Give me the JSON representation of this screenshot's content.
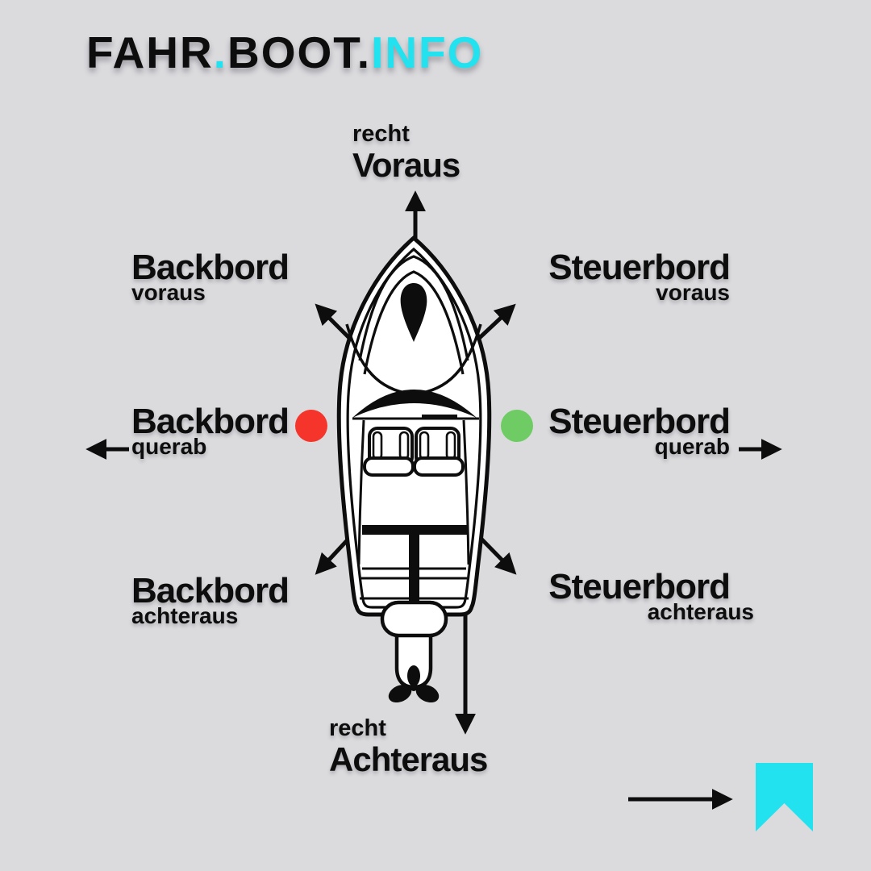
{
  "canvas": {
    "bg": "#dbdbde",
    "ink": "#0d0d0d"
  },
  "logo": {
    "segments": [
      {
        "text": "FAHR",
        "color": "#0d0d0d"
      },
      {
        "text": ".",
        "color": "#22e2ef"
      },
      {
        "text": "BOOT",
        "color": "#0d0d0d"
      },
      {
        "text": ".",
        "color": "#0d0d0d"
      },
      {
        "text": "INFO",
        "color": "#22e2ef"
      }
    ]
  },
  "labels": {
    "ahead": {
      "prefix": "recht",
      "main": "Voraus"
    },
    "port_bow": {
      "main": "Backbord",
      "sub": "voraus"
    },
    "starboard_bow": {
      "main": "Steuerbord",
      "sub": "voraus"
    },
    "port_beam": {
      "main": "Backbord",
      "sub": "querab"
    },
    "starboard_beam": {
      "main": "Steuerbord",
      "sub": "querab"
    },
    "port_quarter": {
      "main": "Backbord",
      "sub": "achteraus"
    },
    "starboard_quarter": {
      "main": "Steuerbord",
      "sub": "achteraus"
    },
    "astern": {
      "prefix": "recht",
      "main": "Achteraus"
    }
  },
  "markers": {
    "port_color": "#f5352c",
    "starboard_color": "#6fcb63"
  },
  "boat": {
    "hull_fill": "#ffffff"
  },
  "footer": {
    "bookmark_color": "#22e2ef"
  }
}
